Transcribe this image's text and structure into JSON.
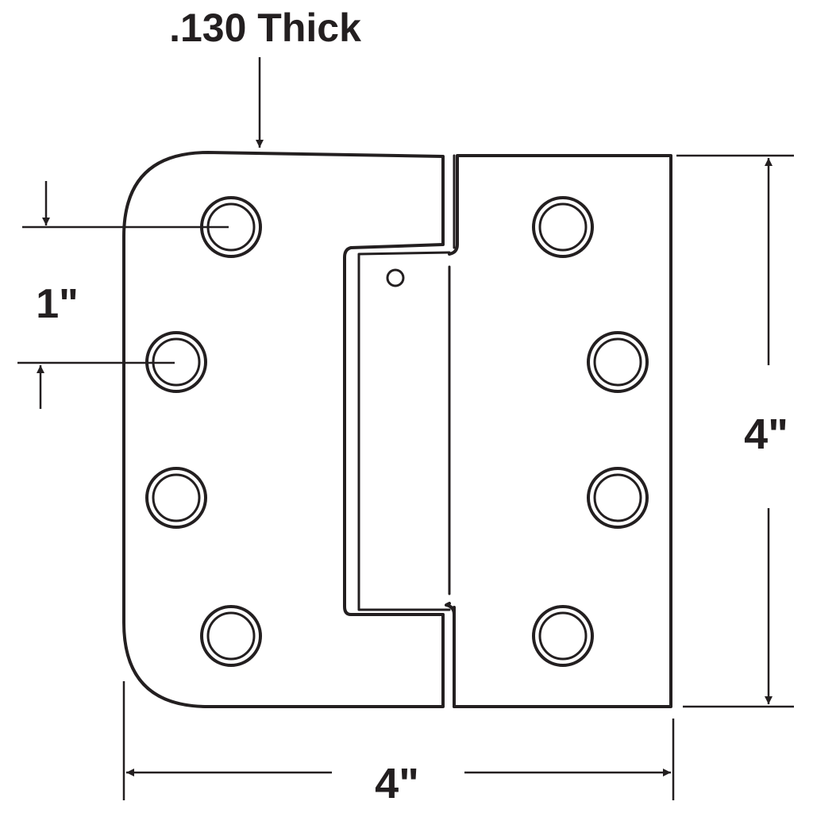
{
  "labels": {
    "thickness": ".130 Thick",
    "hole_spacing": "1\"",
    "height": "4\"",
    "width": "4\""
  },
  "colors": {
    "line": "#231f20",
    "background": "#ffffff"
  }
}
